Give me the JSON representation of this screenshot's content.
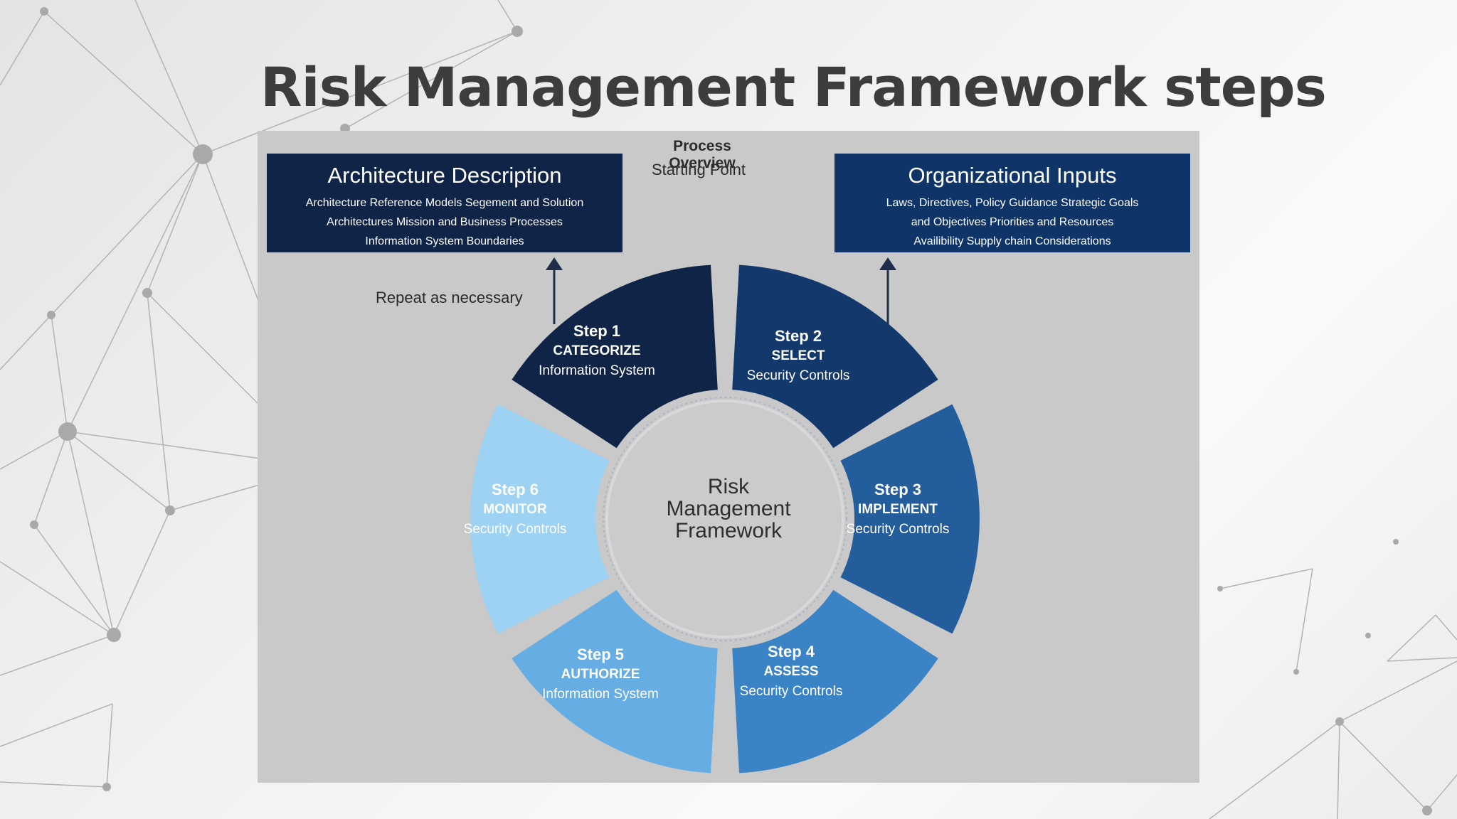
{
  "slide": {
    "title": "Risk Management Framework steps"
  },
  "diagram": {
    "process_overview": "Process Overview",
    "starting_point": "Starting Point",
    "repeat_label": "Repeat as necessary",
    "center_label_lines": [
      "Risk",
      "Management",
      "Framework"
    ],
    "architecture_box": {
      "title": "Architecture Description",
      "lines": [
        "Architecture Reference Models Segement and Solution",
        "Architectures Mission and Business Processes",
        "Information System Boundaries"
      ]
    },
    "organizational_box": {
      "title": "Organizational Inputs",
      "lines": [
        "Laws, Directives, Policy Guidance Strategic Goals",
        "and Objectives Priorities and Resources",
        "Availibility Supply chain Considerations"
      ]
    },
    "steps": [
      {
        "number": "Step 1",
        "name": "CATEGORIZE",
        "desc": "Information System",
        "color": "#0f2447"
      },
      {
        "number": "Step 2",
        "name": "SELECT",
        "desc": "Security Controls",
        "color": "#13386b"
      },
      {
        "number": "Step 3",
        "name": "IMPLEMENT",
        "desc": "Security Controls",
        "color": "#245d9c"
      },
      {
        "number": "Step 4",
        "name": "ASSESS",
        "desc": "Security Controls",
        "color": "#3a84c6"
      },
      {
        "number": "Step 5",
        "name": "AUTHORIZE",
        "desc": "Information System",
        "color": "#66ade3"
      },
      {
        "number": "Step 6",
        "name": "MONITOR",
        "desc": "Security Controls",
        "color": "#9dd2f2"
      }
    ]
  }
}
